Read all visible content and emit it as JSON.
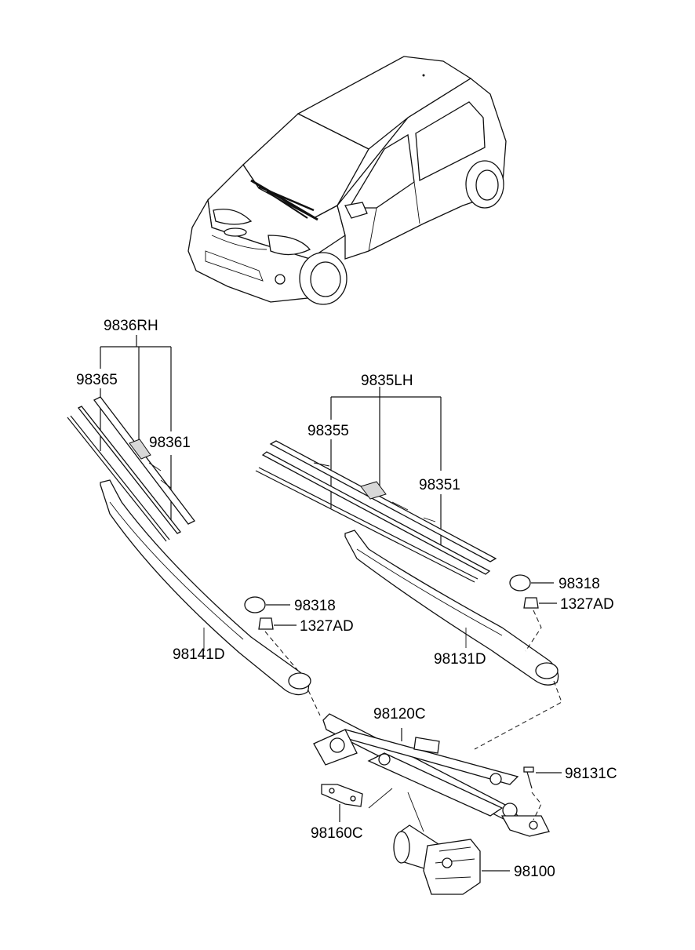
{
  "labels": {
    "rh_assembly": "9836RH",
    "rh_refill": "98365",
    "rh_blade": "98361",
    "lh_assembly": "9835LH",
    "lh_refill": "98355",
    "lh_blade": "98351",
    "cap_left": "98318",
    "nut_left": "1327AD",
    "cap_right": "98318",
    "nut_right": "1327AD",
    "arm_rh": "98141D",
    "arm_lh": "98131D",
    "linkage": "98120C",
    "bolt": "98131C",
    "bracket": "98160C",
    "motor": "98100"
  }
}
